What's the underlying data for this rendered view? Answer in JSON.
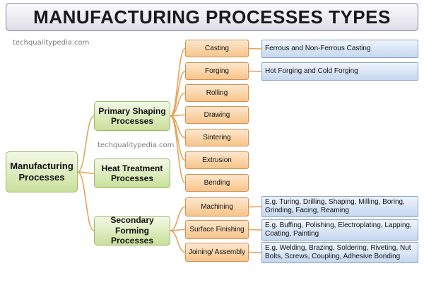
{
  "title": "MANUFACTURING PROCESSES TYPES",
  "watermarks": [
    "techqualitypedia.com",
    "techqualitypedia.com"
  ],
  "root": "Manufacturing Processes",
  "categories": [
    {
      "label": "Primary Shaping Processes",
      "processes": [
        {
          "label": "Casting",
          "description": "Ferrous and Non-Ferrous Casting"
        },
        {
          "label": "Forging",
          "description": "Hot Forging and Cold Forging"
        },
        {
          "label": "Rolling"
        },
        {
          "label": "Drawing"
        },
        {
          "label": "Sintering"
        },
        {
          "label": "Extrusion"
        },
        {
          "label": "Bending"
        }
      ]
    },
    {
      "label": "Heat Treatment Processes",
      "processes": []
    },
    {
      "label": "Secondary Forming Processes",
      "processes": [
        {
          "label": "Machining",
          "description": "E.g. Turing, Drilling, Shaping, Milling, Boring, Grinding, Facing, Reaming"
        },
        {
          "label": "Surface Finishing",
          "description": "E.g. Buffing, Polishing, Electroplating, Lapping, Coating, Painting"
        },
        {
          "label": "Joining/ Assembly",
          "description": "E.g. Welding, Brazing, Soldering, Riveting, Nut Bolts, Screws, Coupling, Adhesive Bonding"
        }
      ]
    }
  ],
  "colors": {
    "green_node": "#c9e09b",
    "orange_node": "#f7c48a",
    "blue_node": "#c6d7f0",
    "connector": "#e3a45a"
  }
}
